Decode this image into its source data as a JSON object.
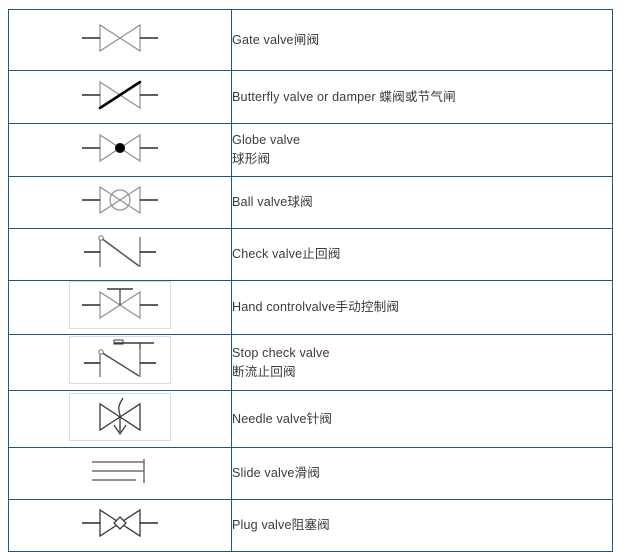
{
  "document": {
    "type": "valve-symbol-reference-table",
    "border_color": "#1b5a80",
    "text_color": "#3b3b3b",
    "symbol_stroke_color": "#8d8d92",
    "symbol_dark_color": "#000000"
  },
  "table": {
    "columns": [
      "symbol",
      "description"
    ],
    "rows": [
      {
        "symbol_name": "gate-valve-symbol",
        "symbol_type": "bowtie",
        "boxed": false,
        "height": 61,
        "lines": [
          "Gate valve闸阀"
        ]
      },
      {
        "symbol_name": "butterfly-valve-symbol",
        "symbol_type": "bowtie-diagonal",
        "boxed": false,
        "height": 53,
        "lines": [
          "Butterfly valve or damper 蝶阀或节气闸"
        ]
      },
      {
        "symbol_name": "globe-valve-symbol",
        "symbol_type": "bowtie-dot",
        "boxed": false,
        "height": 53,
        "lines": [
          "Globe valve",
          "球形阀"
        ]
      },
      {
        "symbol_name": "ball-valve-symbol",
        "symbol_type": "bowtie-circle",
        "boxed": false,
        "height": 46,
        "lines": [
          "Ball valve球阀"
        ]
      },
      {
        "symbol_name": "check-valve-symbol",
        "symbol_type": "check",
        "boxed": false,
        "height": 43,
        "lines": [
          "Check valve止回阀"
        ]
      },
      {
        "symbol_name": "hand-control-valve-symbol",
        "symbol_type": "bowtie-handwheel",
        "boxed": true,
        "height": 54,
        "lines": [
          "Hand controlvalve手动控制阀"
        ]
      },
      {
        "symbol_name": "stop-check-valve-symbol",
        "symbol_type": "stop-check",
        "boxed": true,
        "height": 56,
        "lines": [
          "Stop check valve",
          "断流止回阀"
        ]
      },
      {
        "symbol_name": "needle-valve-symbol",
        "symbol_type": "bowtie-needle",
        "boxed": true,
        "height": 57,
        "lines": [
          "Needle valve针阀"
        ]
      },
      {
        "symbol_name": "slide-valve-symbol",
        "symbol_type": "slide",
        "boxed": false,
        "height": 47,
        "lines": [
          "Slide valve滑阀"
        ]
      },
      {
        "symbol_name": "plug-valve-symbol",
        "symbol_type": "bowtie-diamond",
        "boxed": false,
        "height": 45,
        "lines": [
          "Plug valve阻塞阀"
        ]
      }
    ]
  }
}
